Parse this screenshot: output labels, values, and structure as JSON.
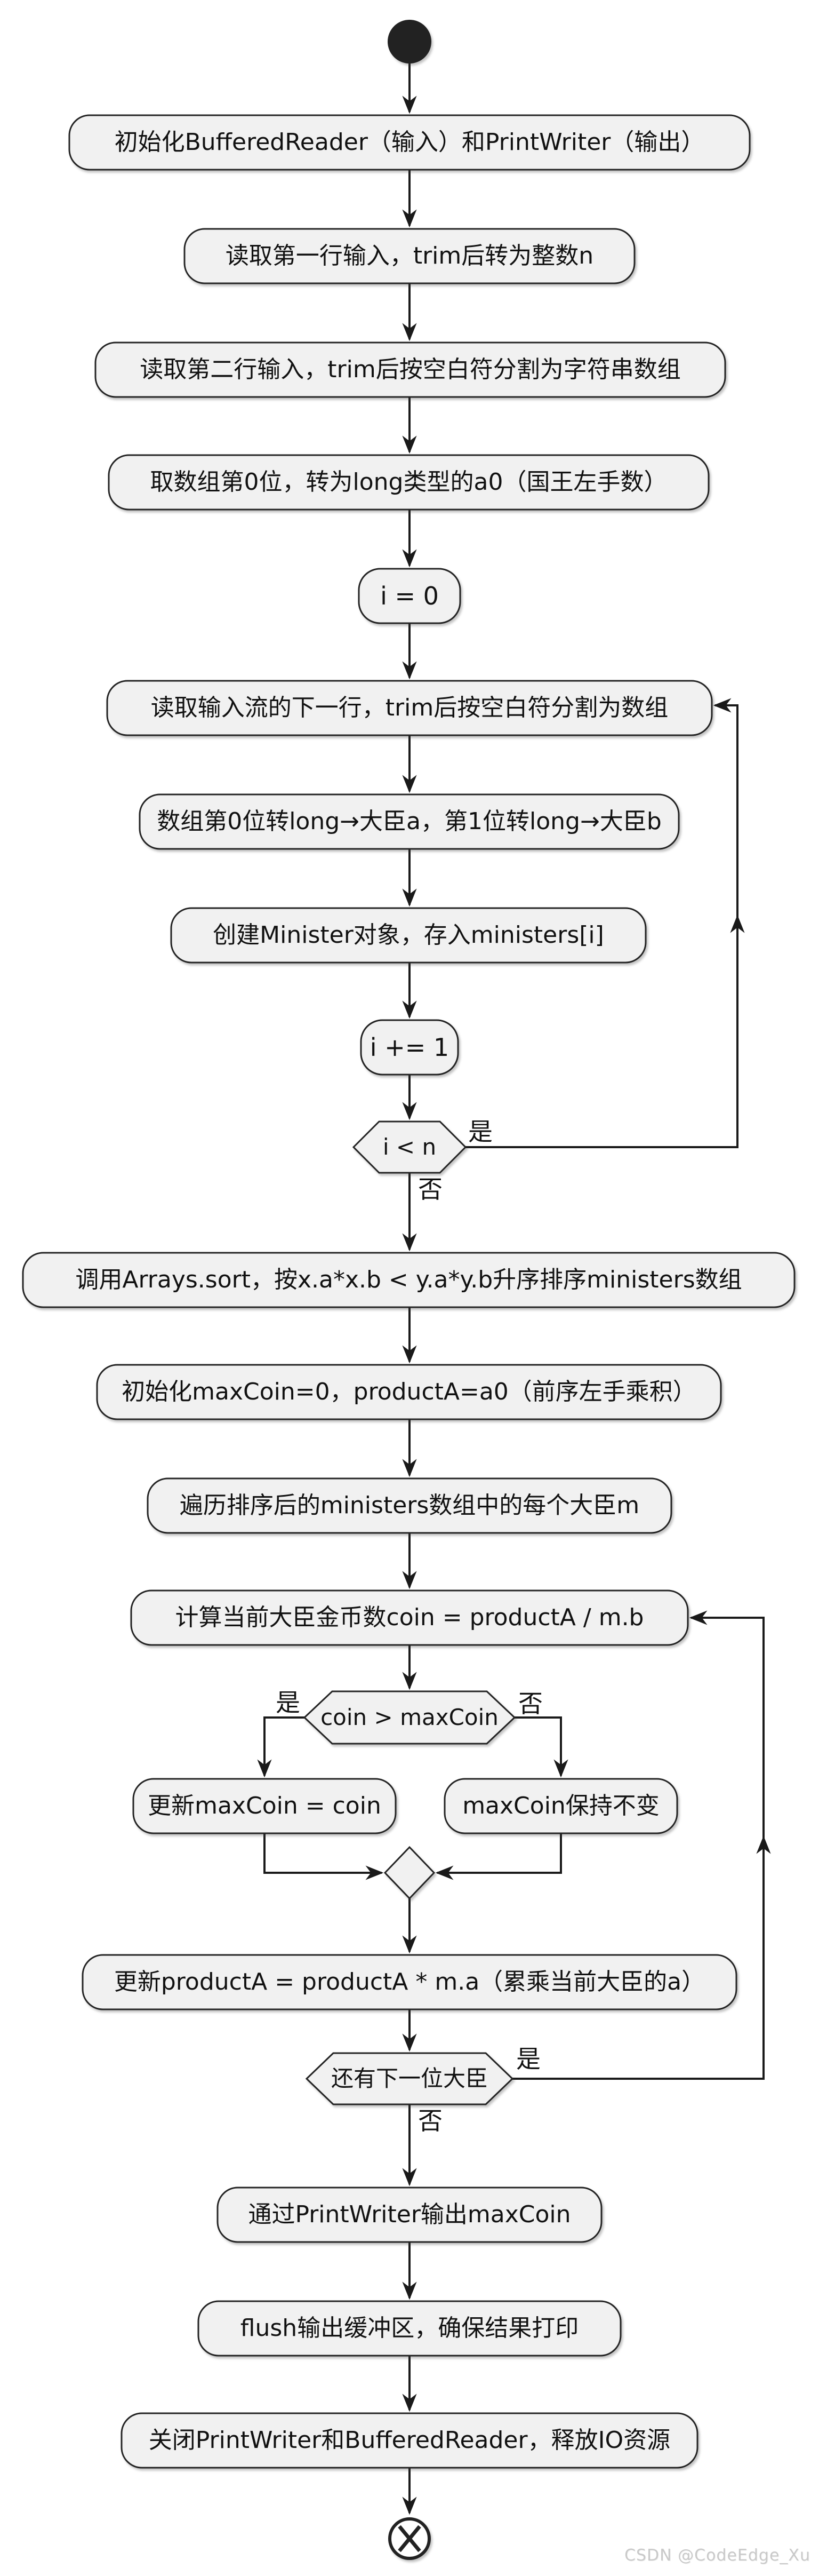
{
  "flow": {
    "colors": {
      "node_fill": "#f1f1f1",
      "node_border": "#242424",
      "edge": "#1a1a1a",
      "text": "#111111",
      "watermark_text": "#c9c9c9"
    },
    "nodes": {
      "init_io": "初始化BufferedReader（输入）和PrintWriter（输出）",
      "read_n": "读取第一行输入，trim后转为整数n",
      "read_line2": "读取第二行输入，trim后按空白符分割为字符串数组",
      "take_a0": "取数组第0位，转为long类型的a0（国王左手数）",
      "i_init": "i = 0",
      "read_next": "读取输入流的下一行，trim后按空白符分割为数组",
      "parse_ab": "数组第0位转long→大臣a，第1位转long→大臣b",
      "create_minister": "创建Minister对象，存入ministers[i]",
      "i_inc": "i += 1",
      "sort": "调用Arrays.sort，按x.a*x.b < y.a*y.b升序排序ministers数组",
      "init_max": "初始化maxCoin=0，productA=a0（前序左手乘积）",
      "iterate": "遍历排序后的ministers数组中的每个大臣m",
      "calc_coin": "计算当前大臣金币数coin = productA / m.b",
      "update_max": "更新maxCoin = coin",
      "keep_max": "maxCoin保持不变",
      "update_product": "更新productA = productA * m.a（累乘当前大臣的a）",
      "output_max": "通过PrintWriter输出maxCoin",
      "flush": "flush输出缓冲区，确保结果打印",
      "close_io": "关闭PrintWriter和BufferedReader，释放IO资源"
    },
    "decisions": {
      "loop_read": "i < n",
      "compare": "coin > maxCoin",
      "has_next": "还有下一位大臣"
    },
    "branch": {
      "yes": "是",
      "no": "否"
    },
    "watermark": "CSDN @CodeEdge_Xu"
  }
}
